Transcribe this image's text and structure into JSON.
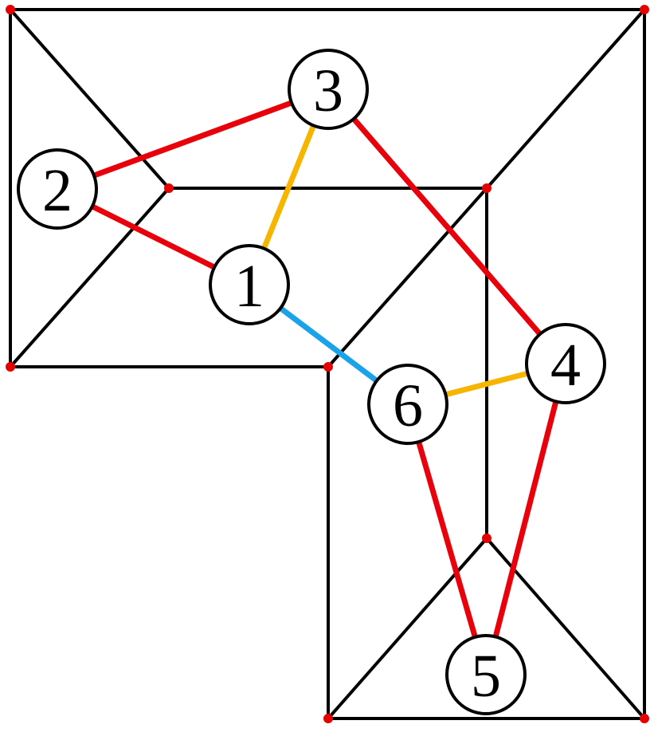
{
  "colors": {
    "red": "#e8000b",
    "yellow": "#f7b500",
    "blue": "#1aa3e8",
    "frame": "#000000",
    "vertex": "#e60000"
  },
  "nodes": [
    {
      "id": "1",
      "label": "1"
    },
    {
      "id": "2",
      "label": "2"
    },
    {
      "id": "3",
      "label": "3"
    },
    {
      "id": "4",
      "label": "4"
    },
    {
      "id": "5",
      "label": "5"
    },
    {
      "id": "6",
      "label": "6"
    }
  ],
  "edges": [
    {
      "from": "2",
      "to": "3",
      "color": "red"
    },
    {
      "from": "2",
      "to": "1",
      "color": "red"
    },
    {
      "from": "3",
      "to": "1",
      "color": "yellow"
    },
    {
      "from": "3",
      "to": "4",
      "color": "red"
    },
    {
      "from": "1",
      "to": "6",
      "color": "blue"
    },
    {
      "from": "6",
      "to": "4",
      "color": "yellow"
    },
    {
      "from": "6",
      "to": "5",
      "color": "red"
    },
    {
      "from": "4",
      "to": "5",
      "color": "red"
    }
  ]
}
